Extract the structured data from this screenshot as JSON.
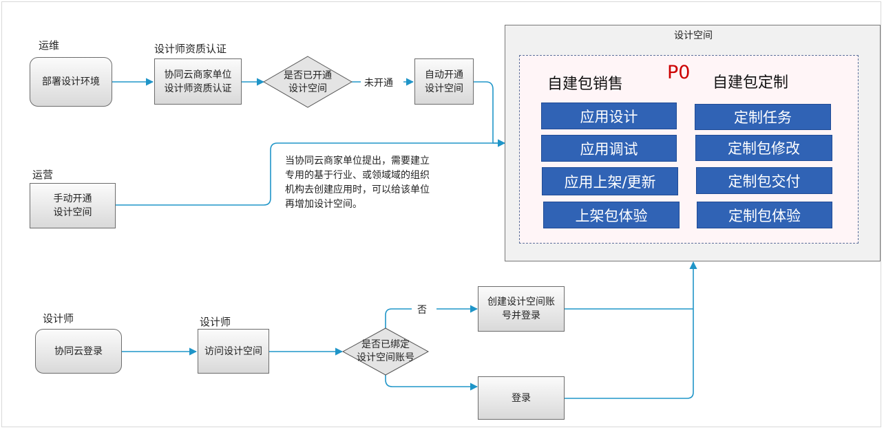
{
  "lanes": {
    "ops": "运维",
    "operations": "运营",
    "designer": "设计师",
    "designer2": "设计师",
    "qualification": "设计师资质认证"
  },
  "nodes": {
    "deploy": "部署设计环境",
    "cert_line1": "协同云商家单位",
    "cert_line2": "设计师资质认证",
    "opened_q_line1": "是否已开通",
    "opened_q_line2": "设计空间",
    "auto_open_line1": "自动开通",
    "auto_open_line2": "设计空间",
    "manual_open_line1": "手动开通",
    "manual_open_line2": "设计空间",
    "cloud_login": "协同云登录",
    "visit_space": "访问设计空间",
    "bound_q_line1": "是否已绑定",
    "bound_q_line2": "设计空间账号",
    "create_account_line1": "创建设计空间账",
    "create_account_line2": "号并登录",
    "login": "登录"
  },
  "edges": {
    "not_opened": "未开通",
    "no": "否"
  },
  "note": [
    "当协同云商家单位提出，需要建立",
    "专用的基于行业、或领域域的组织",
    "机构去创建应用时，可以给该单位",
    "再增加设计空间。"
  ],
  "design_space": {
    "title": "设计空间",
    "priority": "P0",
    "left_heading": "自建包销售",
    "right_heading": "自建包定制",
    "left_items": [
      "应用设计",
      "应用调试",
      "应用上架/更新",
      "上架包体验"
    ],
    "right_items": [
      "定制任务",
      "定制包修改",
      "定制包交付",
      "定制包体验"
    ]
  },
  "colors": {
    "flow_line": "#1f95c8",
    "blue_button": "#3063b5",
    "priority": "#cc0000"
  }
}
